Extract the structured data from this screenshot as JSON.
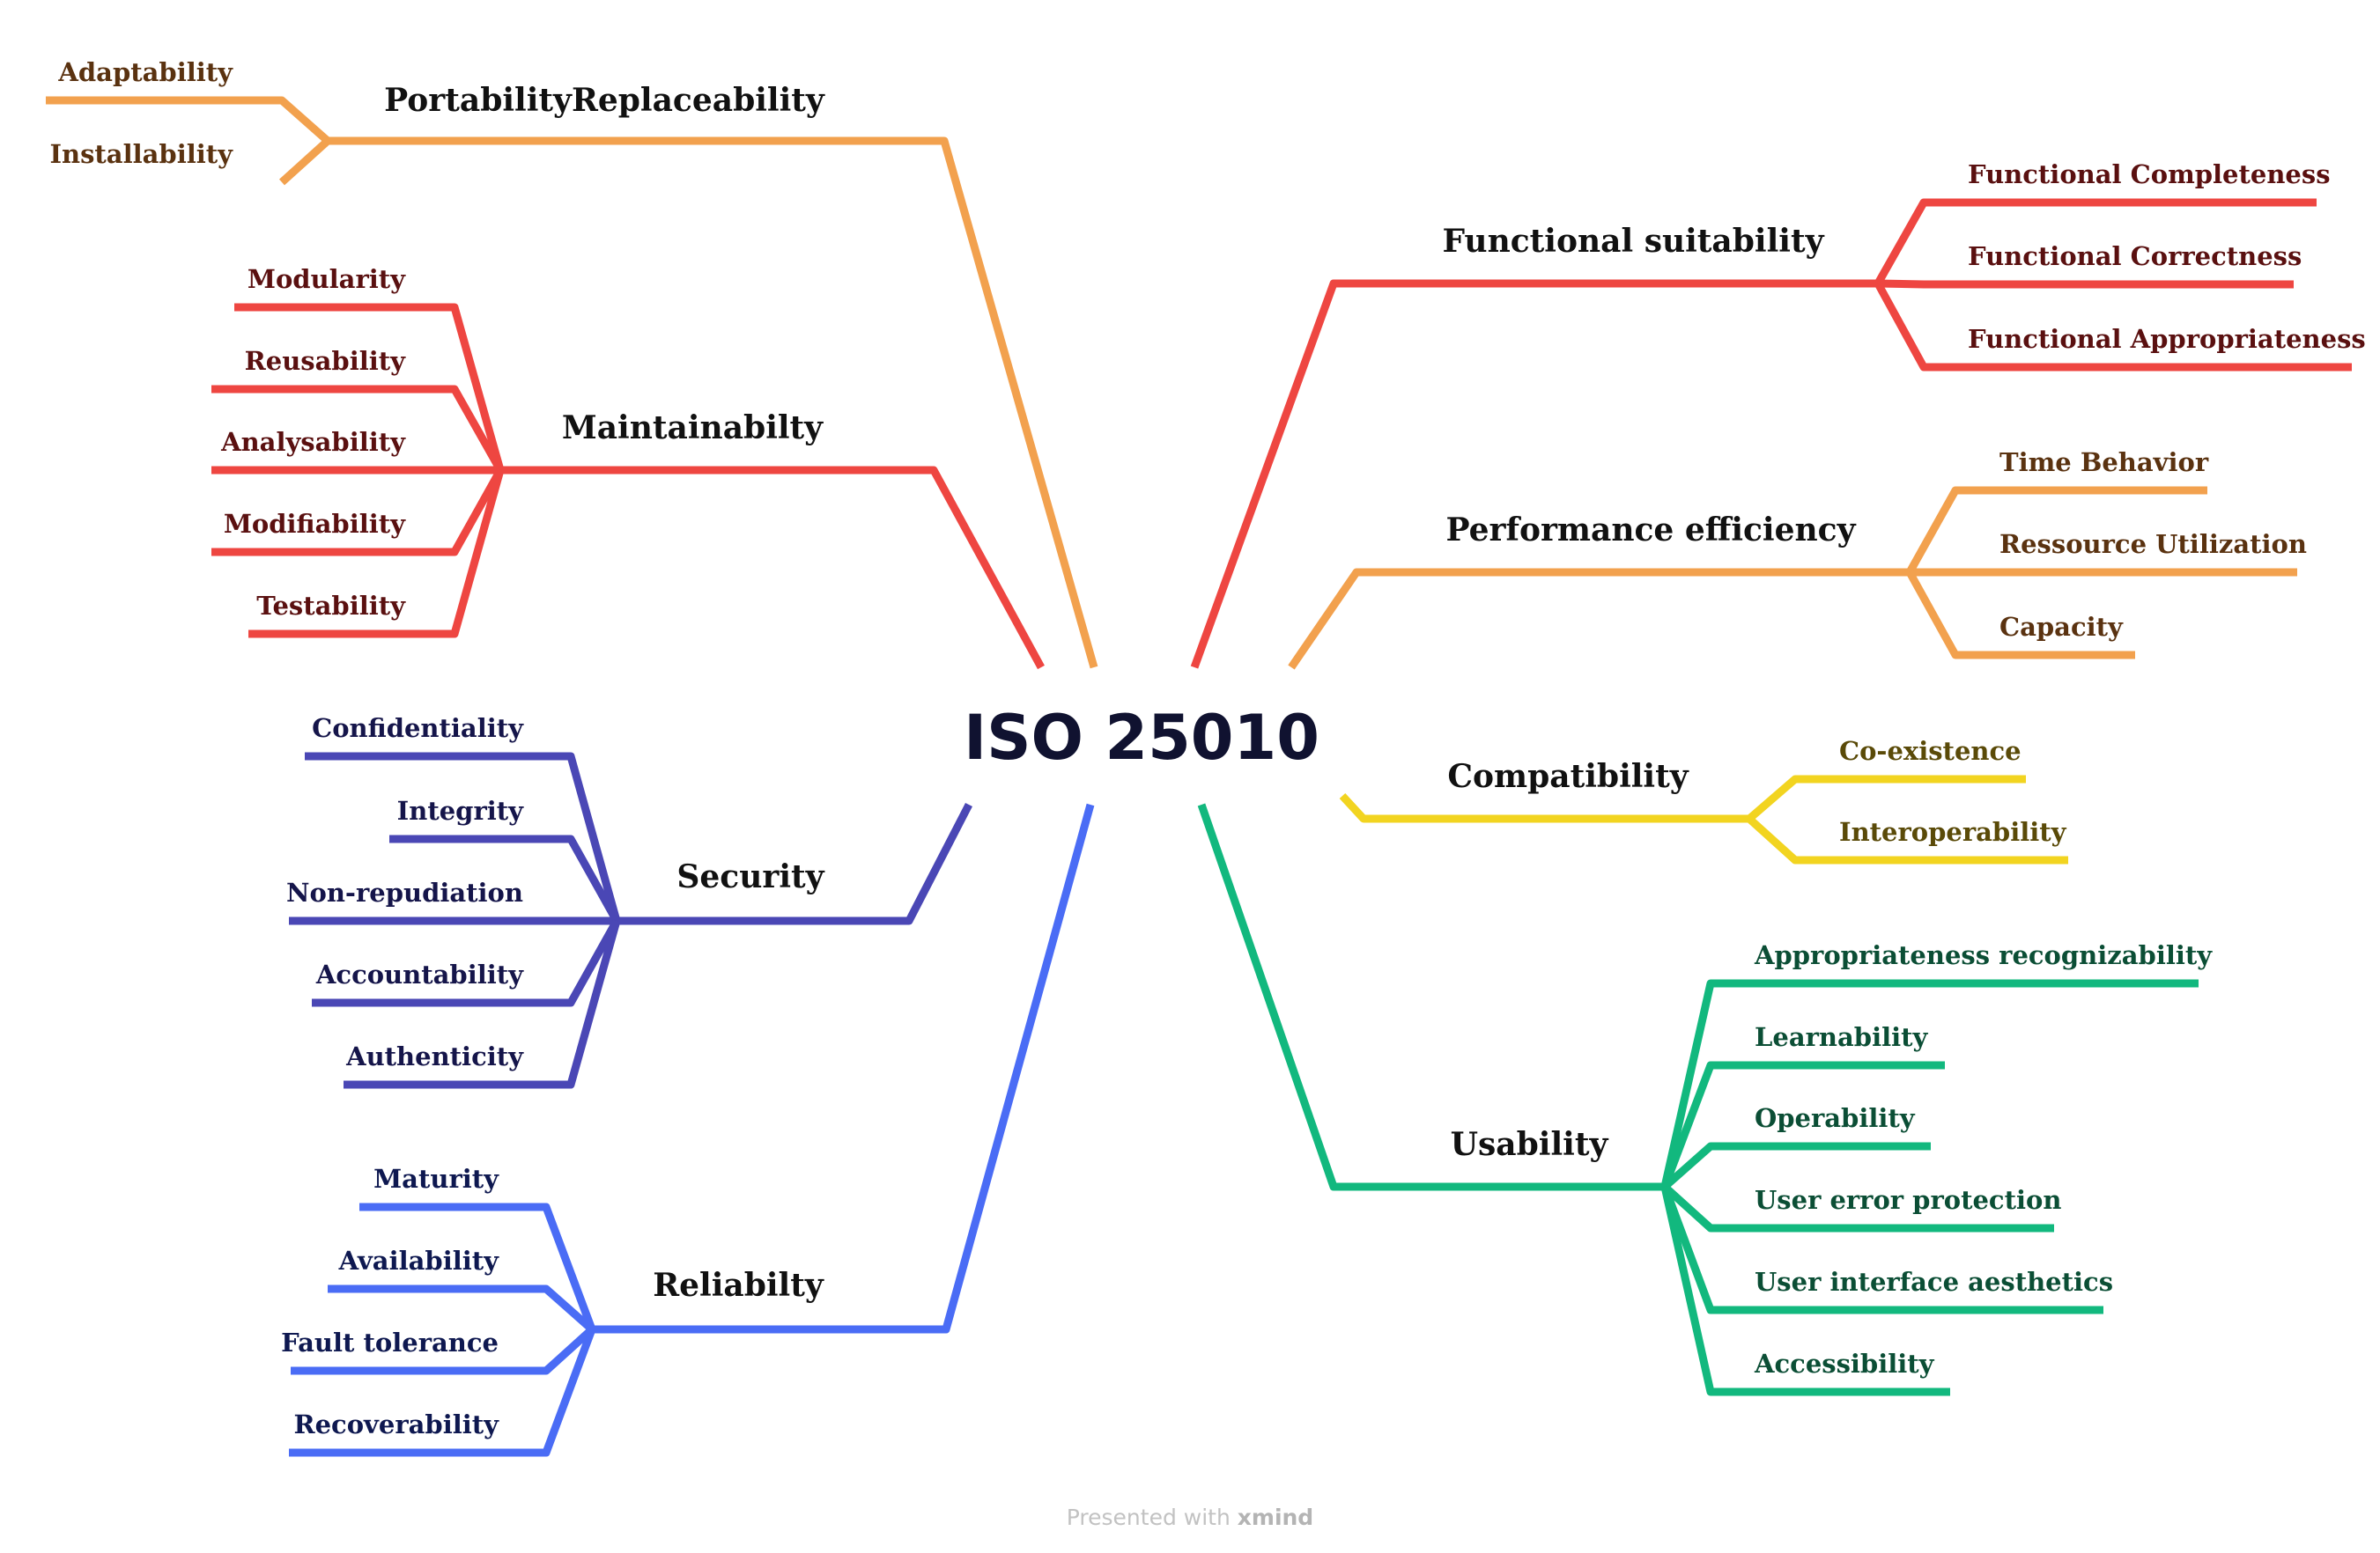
{
  "root": {
    "label": "ISO 25010"
  },
  "branches": [
    {
      "id": "portability",
      "label": "PortabilityReplaceability",
      "color": "#F2A14E",
      "text_color": "#5A3210",
      "side": "left",
      "children": [
        "Adaptability",
        "Installability"
      ]
    },
    {
      "id": "maintainability",
      "label": "Maintainabilty",
      "color": "#EE4641",
      "text_color": "#5A1010",
      "side": "left",
      "children": [
        "Modularity",
        "Reusability",
        "Analysability",
        "Modifiability",
        "Testability"
      ]
    },
    {
      "id": "security",
      "label": "Security",
      "color": "#4A47B5",
      "text_color": "#15154A",
      "side": "left",
      "children": [
        "Confidentiality",
        "Integrity",
        "Non-repudiation",
        "Accountability",
        "Authenticity"
      ]
    },
    {
      "id": "reliability",
      "label": "Reliabilty",
      "color": "#4A6CF5",
      "text_color": "#0E1850",
      "side": "left",
      "children": [
        "Maturity",
        "Availability",
        "Fault tolerance",
        "Recoverability"
      ]
    },
    {
      "id": "functional",
      "label": "Functional suitability",
      "color": "#EE4641",
      "text_color": "#5A1010",
      "side": "right",
      "children": [
        "Functional Completeness",
        "Functional Correctness",
        "Functional Appropriateness"
      ]
    },
    {
      "id": "performance",
      "label": "Performance efficiency",
      "color": "#F2A14E",
      "text_color": "#5A3210",
      "side": "right",
      "children": [
        "Time Behavior",
        "Ressource Utilization",
        "Capacity"
      ]
    },
    {
      "id": "compatibility",
      "label": "Compatibility",
      "color": "#F2D420",
      "text_color": "#5A4A08",
      "side": "right",
      "children": [
        "Co-existence",
        "Interoperability"
      ]
    },
    {
      "id": "usability",
      "label": "Usability",
      "color": "#12B87E",
      "text_color": "#0B4E35",
      "side": "right",
      "children": [
        "Appropriateness recognizability",
        "Learnability",
        "Operability",
        "User error protection",
        "User interface aesthetics",
        "Accessibility"
      ]
    }
  ],
  "footer": {
    "prefix": "Presented with",
    "brand": "xmind"
  }
}
